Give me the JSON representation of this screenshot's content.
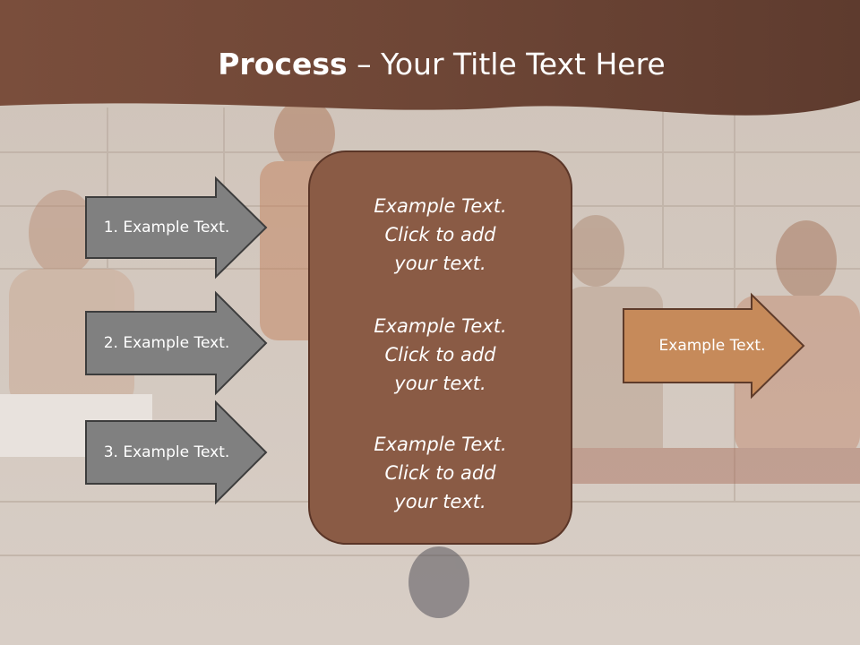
{
  "slide": {
    "title_bold": "Process",
    "title_rest": " – Your Title Text Here"
  },
  "left_arrows": [
    {
      "label": "1. Example Text."
    },
    {
      "label": "2. Example Text."
    },
    {
      "label": "3. Example Text."
    }
  ],
  "center_box": {
    "blocks": [
      {
        "line1": "Example Text.",
        "line2": "Click  to add",
        "line3": "your text."
      },
      {
        "line1": "Example Text.",
        "line2": "Click  to add",
        "line3": "your text."
      },
      {
        "line1": "Example Text.",
        "line2": "Click  to add",
        "line3": "your text."
      }
    ]
  },
  "right_arrow": {
    "label": "Example Text."
  },
  "colors": {
    "header": "#6b4434",
    "gray_arrow": "#808080",
    "center_box": "#8a5b45",
    "orange_arrow": "#c68a5a"
  }
}
